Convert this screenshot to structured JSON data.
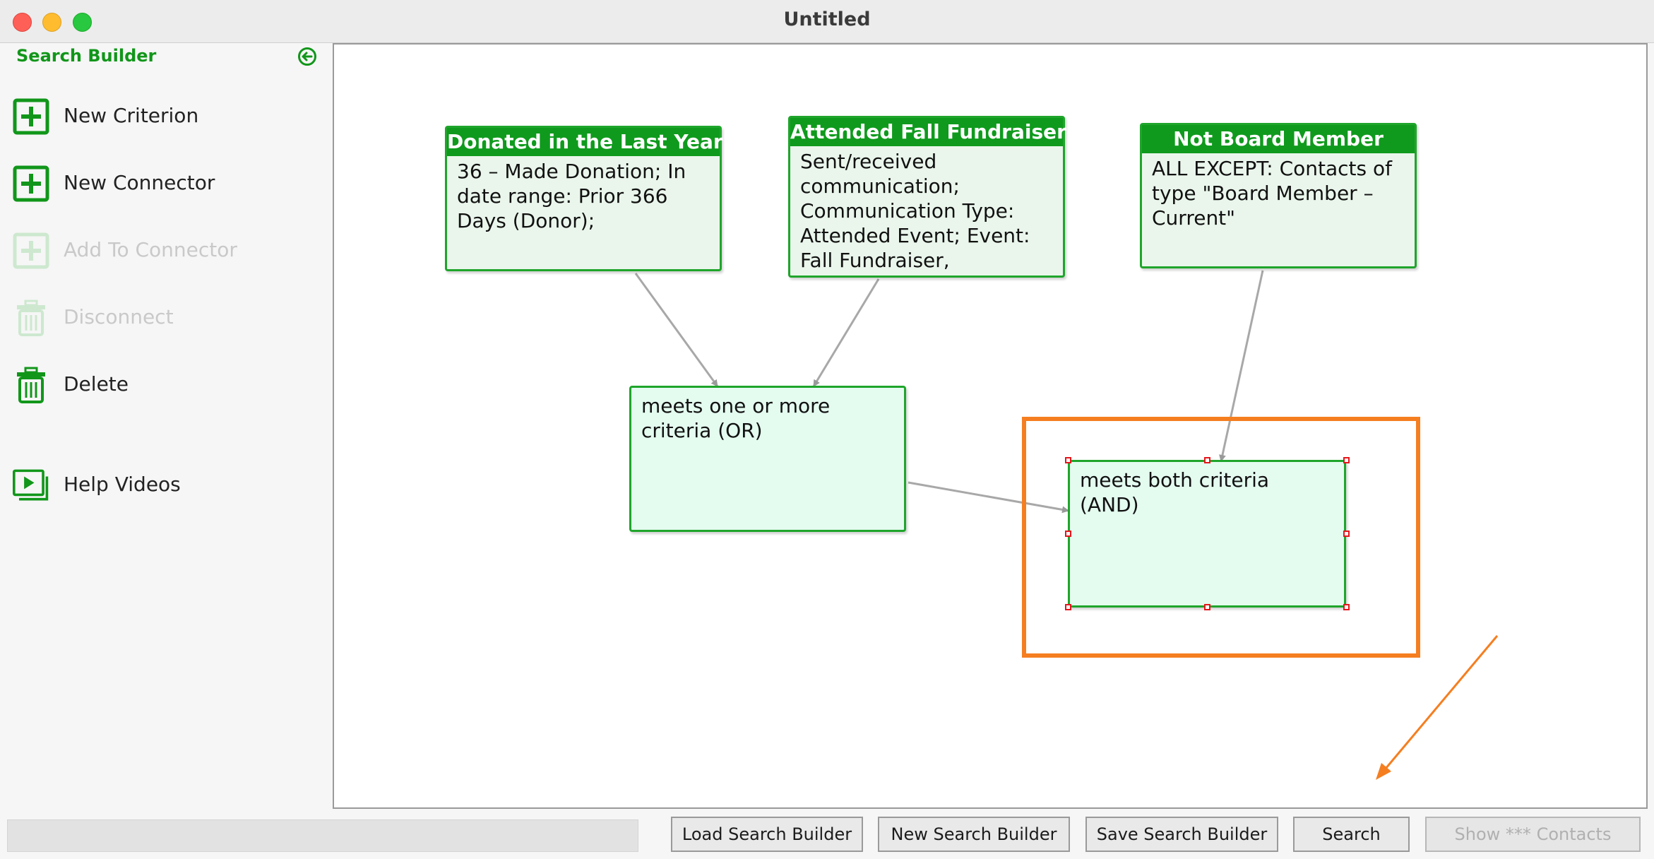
{
  "window": {
    "title": "Untitled"
  },
  "sidebar": {
    "title": "Search Builder",
    "items": [
      {
        "label": "New Criterion",
        "icon": "plus-box-icon",
        "enabled": true
      },
      {
        "label": "New Connector",
        "icon": "plus-box-icon",
        "enabled": true
      },
      {
        "label": "Add To Connector",
        "icon": "plus-box-icon",
        "enabled": false
      },
      {
        "label": "Disconnect",
        "icon": "trash-icon",
        "enabled": false
      },
      {
        "label": "Delete",
        "icon": "trash-icon",
        "enabled": true
      },
      {
        "label": "Help Videos",
        "icon": "play-video-icon",
        "enabled": true
      }
    ]
  },
  "canvas": {
    "criteria": [
      {
        "title": "Donated in the Last Year",
        "body": "36 – Made Donation; In date range: Prior 366 Days (Donor);"
      },
      {
        "title": "Attended Fall Fundraiser",
        "body": "Sent/received communication; Communication Type: Attended Event; Event: Fall Fundraiser,"
      },
      {
        "title": "Not Board Member",
        "body": "ALL EXCEPT: Contacts of type \"Board Member – Current\""
      }
    ],
    "connectors": [
      {
        "label": "meets one or more criteria (OR)"
      },
      {
        "label": "meets both criteria (AND)",
        "selected": true
      }
    ]
  },
  "buttons": {
    "load": "Load Search Builder",
    "new": "New Search Builder",
    "save": "Save Search Builder",
    "search": "Search",
    "show_contacts": "Show *** Contacts"
  },
  "colors": {
    "brand_green": "#0f9a1d",
    "node_border": "#1fa52b",
    "annotation_orange": "#f57e20",
    "selection_handle": "#e5161b"
  }
}
